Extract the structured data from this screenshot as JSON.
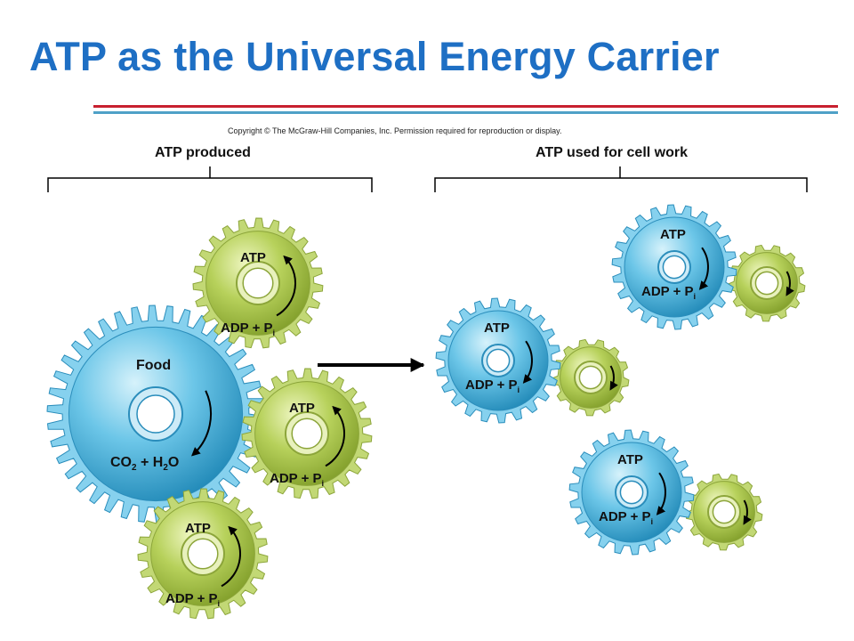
{
  "title": "ATP as the Universal Energy Carrier",
  "copyright": "Copyright © The McGraw-Hill Companies, Inc. Permission required for reproduction or display.",
  "headers": {
    "produced": "ATP produced",
    "used": "ATP used for cell work"
  },
  "food_gear": {
    "top_label": "Food",
    "bottom_parts": [
      "CO",
      "2",
      " + H",
      "2",
      "O"
    ]
  },
  "atp_label": "ATP",
  "adp_parts": [
    "ADP + P",
    "i"
  ],
  "colors": {
    "title_blue": "#1e6fc4",
    "rule_red": "#c8202f",
    "rule_blue": "#4fa1c7",
    "blue_gear": "#4fb2d8",
    "green_gear": "#a9c64c"
  }
}
